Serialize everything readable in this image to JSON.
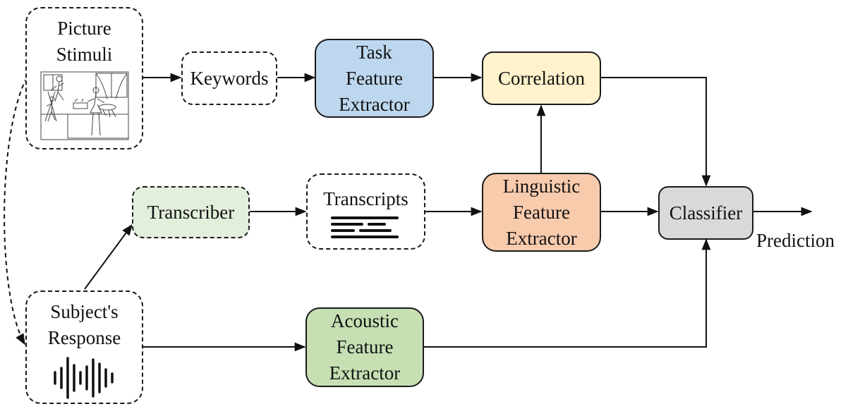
{
  "nodes": {
    "picture_stimuli": {
      "line1": "Picture",
      "line2": "Stimuli"
    },
    "keywords": {
      "label": "Keywords"
    },
    "task_extractor": {
      "line1": "Task",
      "line2": "Feature",
      "line3": "Extractor",
      "color": "#bdd7ee"
    },
    "correlation": {
      "label": "Correlation",
      "color": "#fff2cc"
    },
    "transcriber": {
      "label": "Transcriber",
      "color": "#e2efda"
    },
    "transcripts": {
      "label": "Transcripts"
    },
    "linguistic_extractor": {
      "line1": "Linguistic",
      "line2": "Feature",
      "line3": "Extractor",
      "color": "#f8cbad"
    },
    "classifier": {
      "label": "Classifier",
      "color": "#d9d9d9"
    },
    "subject_response": {
      "line1": "Subject's",
      "line2": "Response"
    },
    "acoustic_extractor": {
      "line1": "Acoustic",
      "line2": "Feature",
      "line3": "Extractor",
      "color": "#c6e0b4"
    }
  },
  "output": {
    "label": "Prediction"
  },
  "icons": {
    "picture": "cookie-theft-sketch-icon",
    "transcript_lines": "text-lines-icon",
    "waveform": "audio-waveform-icon"
  }
}
